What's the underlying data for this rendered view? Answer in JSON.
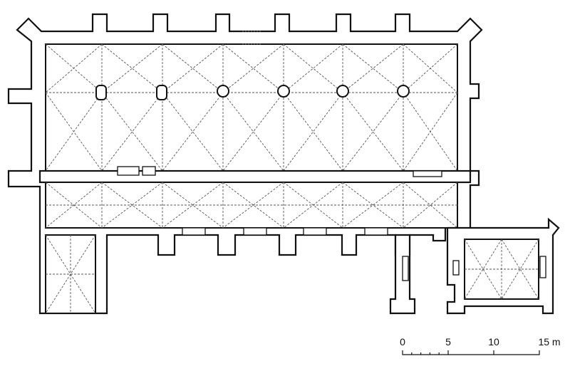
{
  "scale_bar": {
    "unit": "m",
    "ticks": [
      {
        "label": "0",
        "value": 0
      },
      {
        "label": "5",
        "value": 5
      },
      {
        "label": "10",
        "value": 10
      },
      {
        "label": "15 m",
        "value": 15
      }
    ]
  }
}
